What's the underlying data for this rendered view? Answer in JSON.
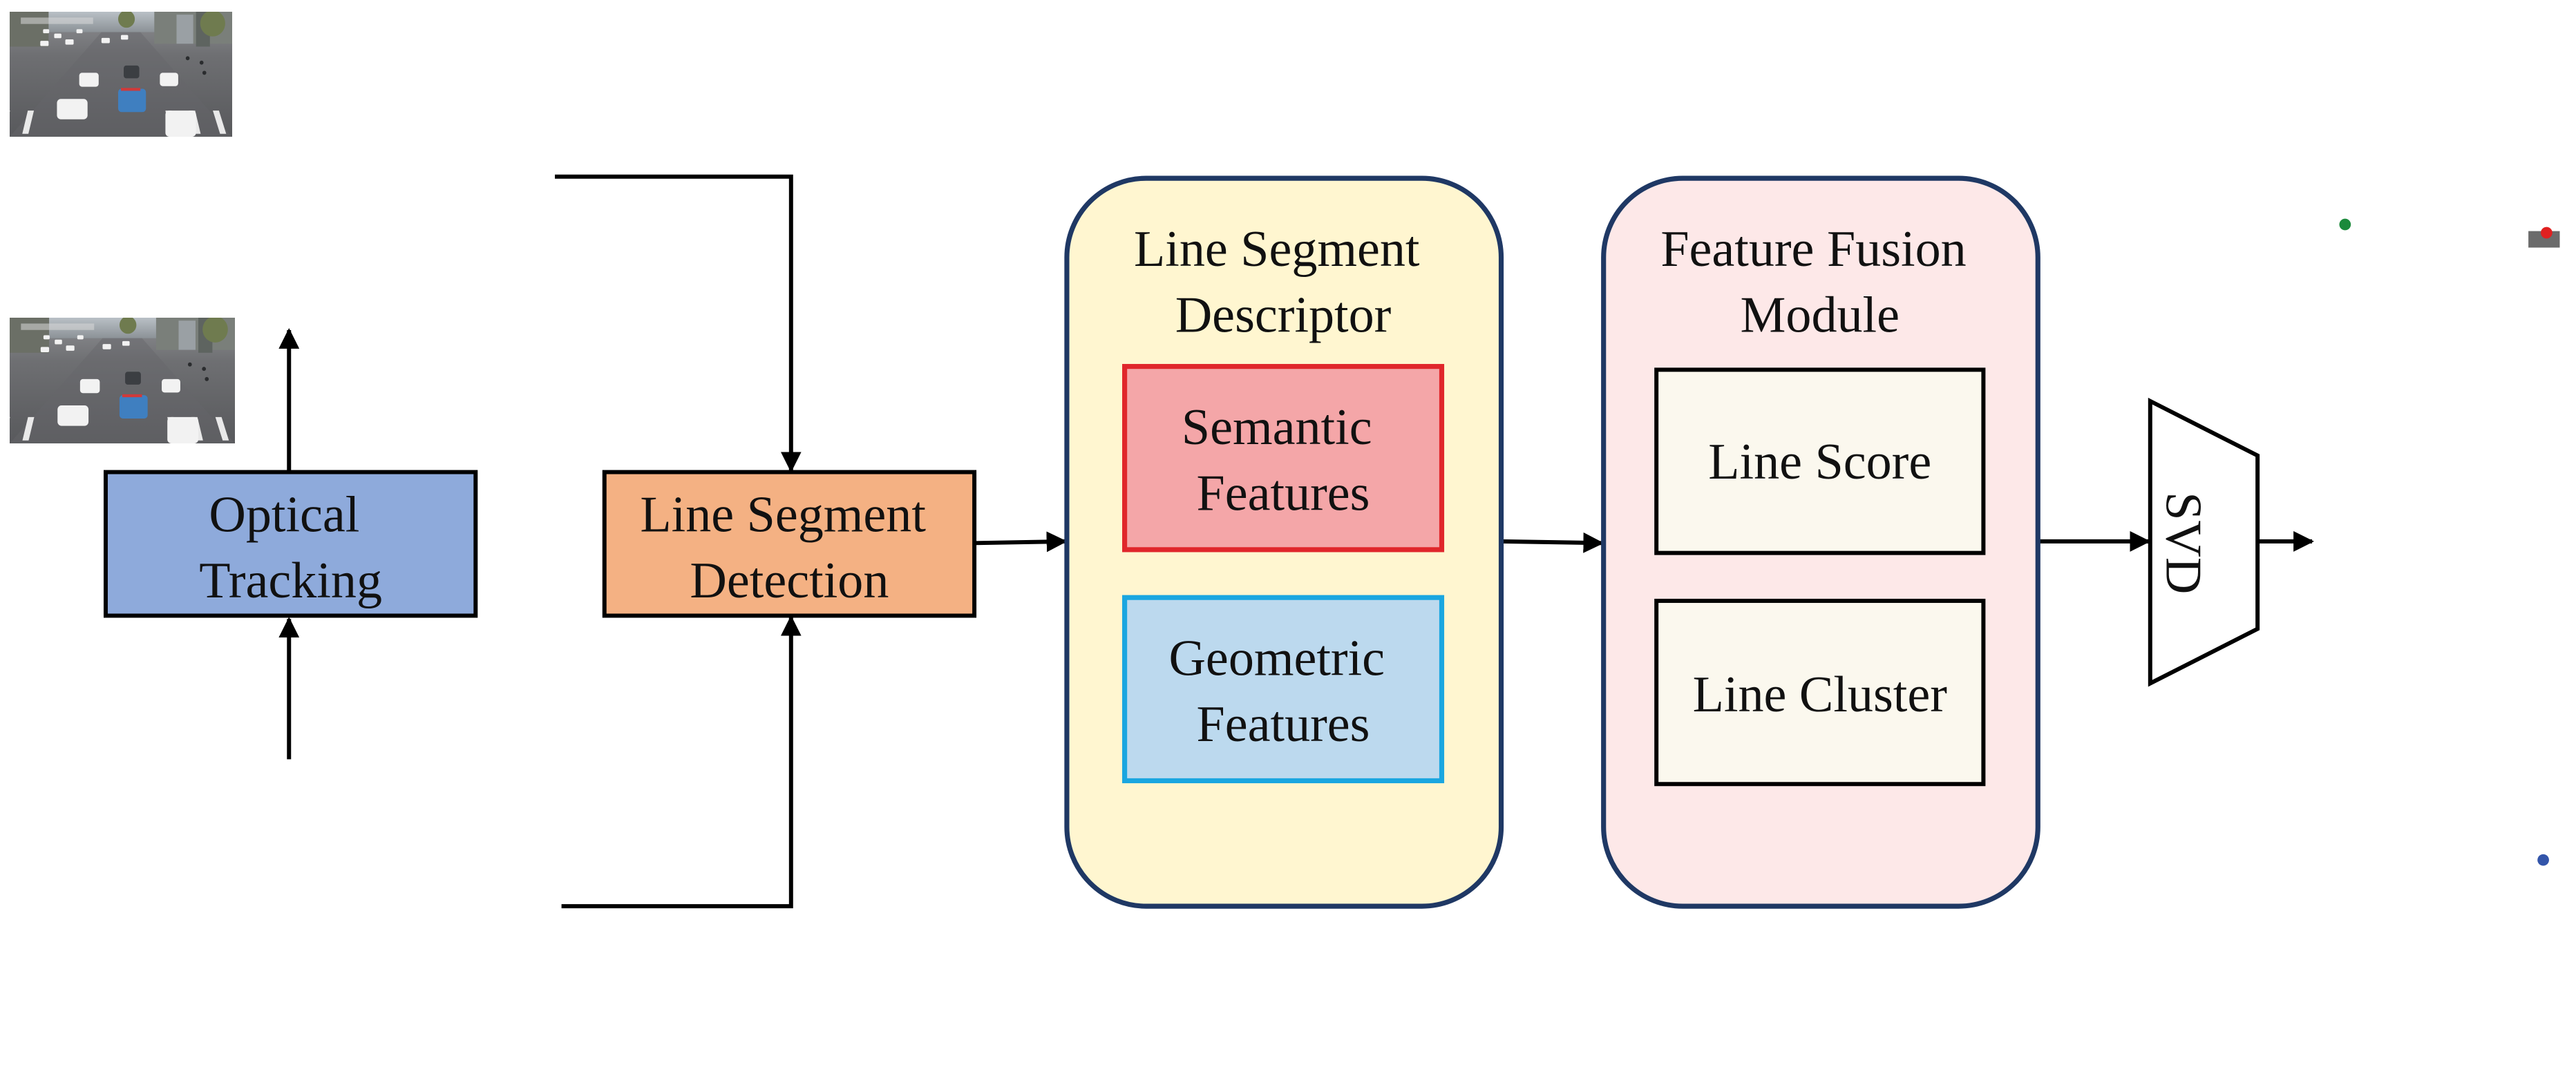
{
  "nodes": {
    "optical_tracking": {
      "line1": "Optical",
      "line2": "Tracking",
      "fill": "#8eaadb"
    },
    "line_segment_detection": {
      "line1": "Line Segment",
      "line2": "Detection",
      "fill": "#f4b183"
    },
    "line_segment_descriptor": {
      "title_line1": "Line Segment",
      "title_line2": "Descriptor",
      "fill": "#fff6d0",
      "semantic_features": {
        "line1": "Semantic",
        "line2": "Features",
        "fill": "#f4a6a8",
        "border": "#e0262b"
      },
      "geometric_features": {
        "line1": "Geometric",
        "line2": "Features",
        "fill": "#bcd9ee",
        "border": "#1aa6e0"
      }
    },
    "feature_fusion_module": {
      "title_line1": "Feature Fusion",
      "title_line2": "Module",
      "fill": "#fde8e8",
      "line_score": "Line Score",
      "line_cluster": "Line Cluster",
      "inner_fill": "#fbf8ee"
    },
    "svd": {
      "label": "SVD"
    }
  },
  "images": {
    "frame_top": "traffic-frame-t",
    "frame_bottom": "traffic-frame-t-minus-1"
  },
  "colors": {
    "container_border": "#1f3864",
    "arrow": "#000000"
  }
}
